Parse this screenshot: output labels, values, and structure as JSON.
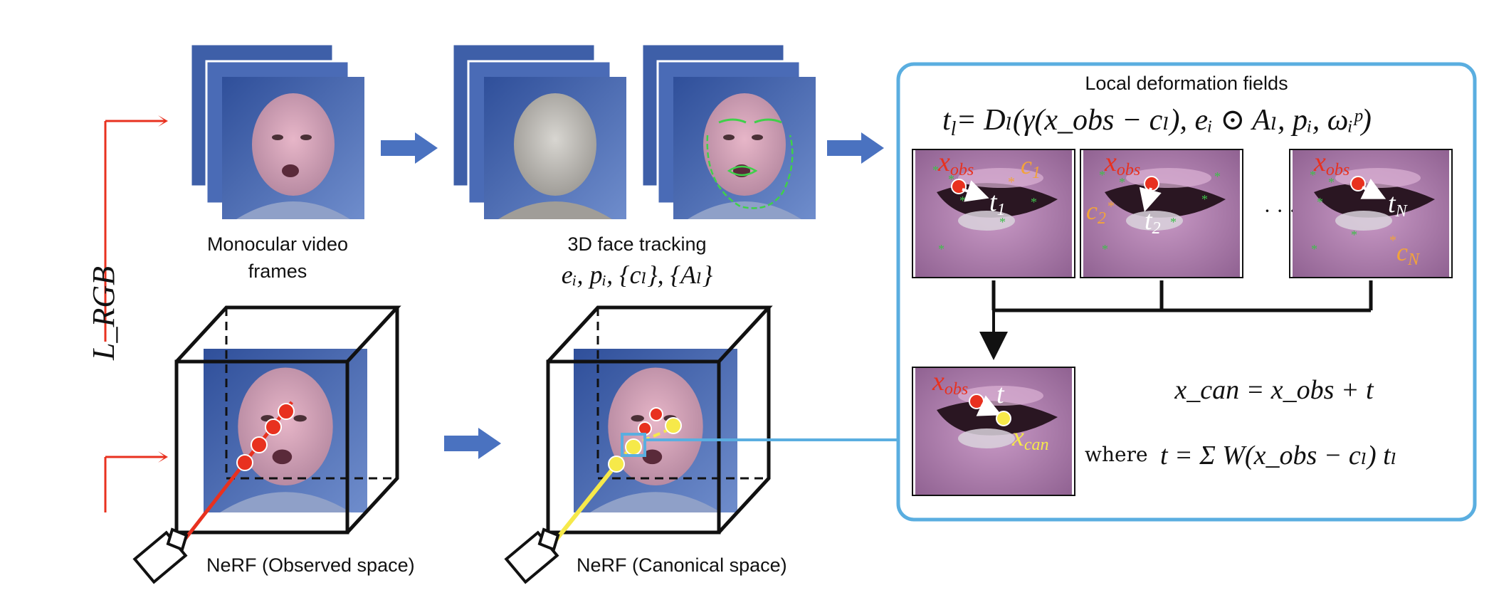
{
  "captions": {
    "monocular": [
      "Monocular video",
      "frames"
    ],
    "tracking": "3D face tracking",
    "tracking_params": "eᵢ, pᵢ, {cₗ}, {Aₗ}",
    "nerf_observed": "NeRF (Observed space)",
    "nerf_canonical": "NeRF (Canonical space)",
    "loss": "L_RGB"
  },
  "panel": {
    "title": "Local deformation fields",
    "equation_lhs": "t",
    "equation_rhs": "= Dₗ(γ(x_obs − cₗ), eᵢ ⊙ Aₗ, pᵢ, ωᵢᵖ)",
    "ellipsis": "· · ·",
    "patches": [
      {
        "x_label": "x",
        "x_sub": "obs",
        "t_label": "t",
        "t_sub": "1",
        "c_label": "c",
        "c_sub": "1"
      },
      {
        "x_label": "x",
        "x_sub": "obs",
        "t_label": "t",
        "t_sub": "2",
        "c_label": "c",
        "c_sub": "2"
      },
      {
        "x_label": "x",
        "x_sub": "obs",
        "t_label": "t",
        "t_sub": "N",
        "c_label": "c",
        "c_sub": "N"
      }
    ],
    "result": {
      "x_label": "x",
      "x_sub": "obs",
      "t_label": "t",
      "xcan_label": "x",
      "xcan_sub": "can",
      "eq1": "x_can = x_obs + t",
      "where": "where",
      "eq2": "t = Σ W(x_obs − cₗ) tₗ"
    }
  },
  "colors": {
    "panel_border": "#5aaee0",
    "arrow_blue": "#4a72c0",
    "red": "#e8311f",
    "yellow": "#f6e94a",
    "green_marker": "#3fbf4a",
    "orange_label": "#f2a33a",
    "photo_bg": "#3e5fa8",
    "lip_tone": "#b583b4"
  }
}
